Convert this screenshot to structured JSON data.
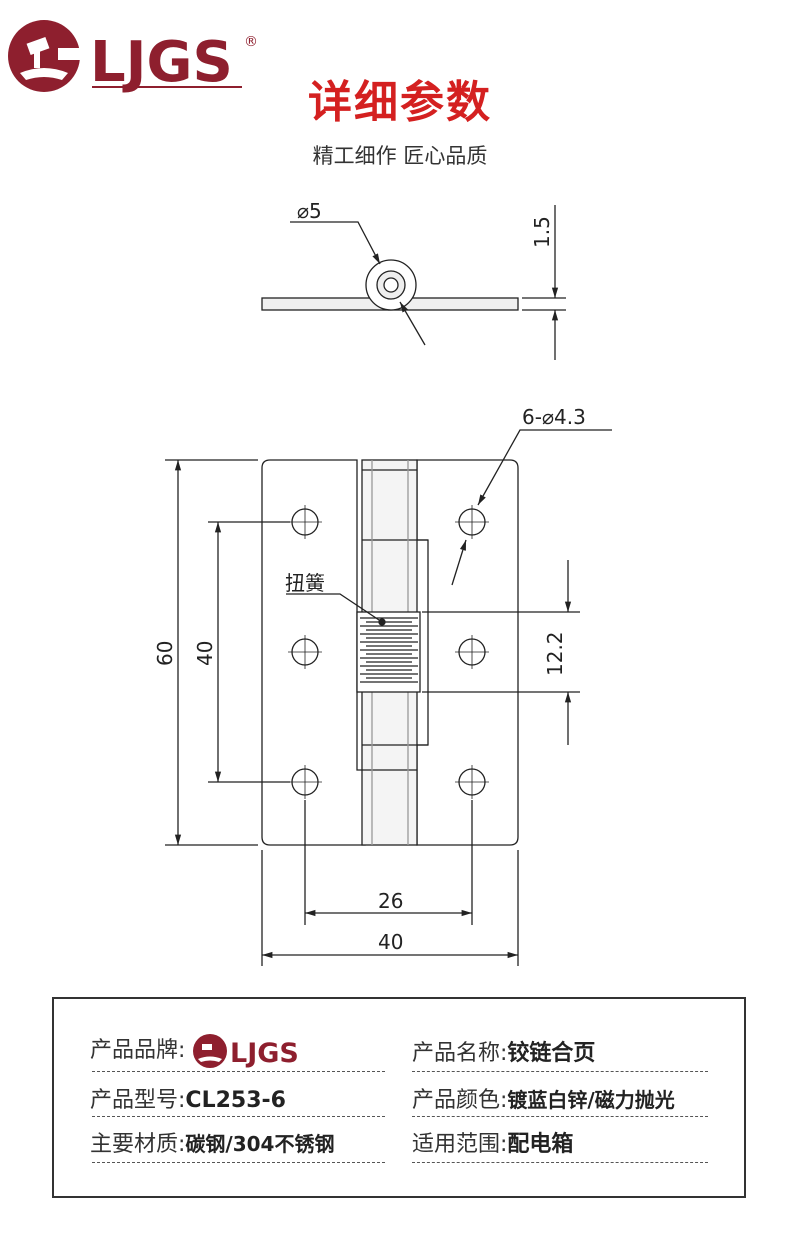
{
  "brand": {
    "logo_text": "LJGS",
    "registered": "®",
    "color": "#8e1f2e"
  },
  "header": {
    "title": "详细参数",
    "subtitle": "精工细作 匠心品质",
    "title_color": "#d42020"
  },
  "drawing": {
    "top_view": {
      "diameter_label": "⌀5",
      "thickness_label": "1.5"
    },
    "front_view": {
      "holes_label": "6-⌀4.3",
      "spring_label": "扭簧",
      "height_total": "60",
      "hole_spacing_vertical": "40",
      "spring_length": "12.2",
      "hole_spacing_horizontal": "26",
      "width_total": "40"
    }
  },
  "specs": {
    "brand_label": "产品品牌:",
    "name_label": "产品名称:",
    "name_value": "铰链合页",
    "model_label": "产品型号:",
    "model_value": "CL253-6",
    "color_label": "产品颜色:",
    "color_value": "镀蓝白锌/磁力抛光",
    "material_label": "主要材质:",
    "material_value": "碳钢/304不锈钢",
    "usage_label": "适用范围:",
    "usage_value": "配电箱"
  }
}
